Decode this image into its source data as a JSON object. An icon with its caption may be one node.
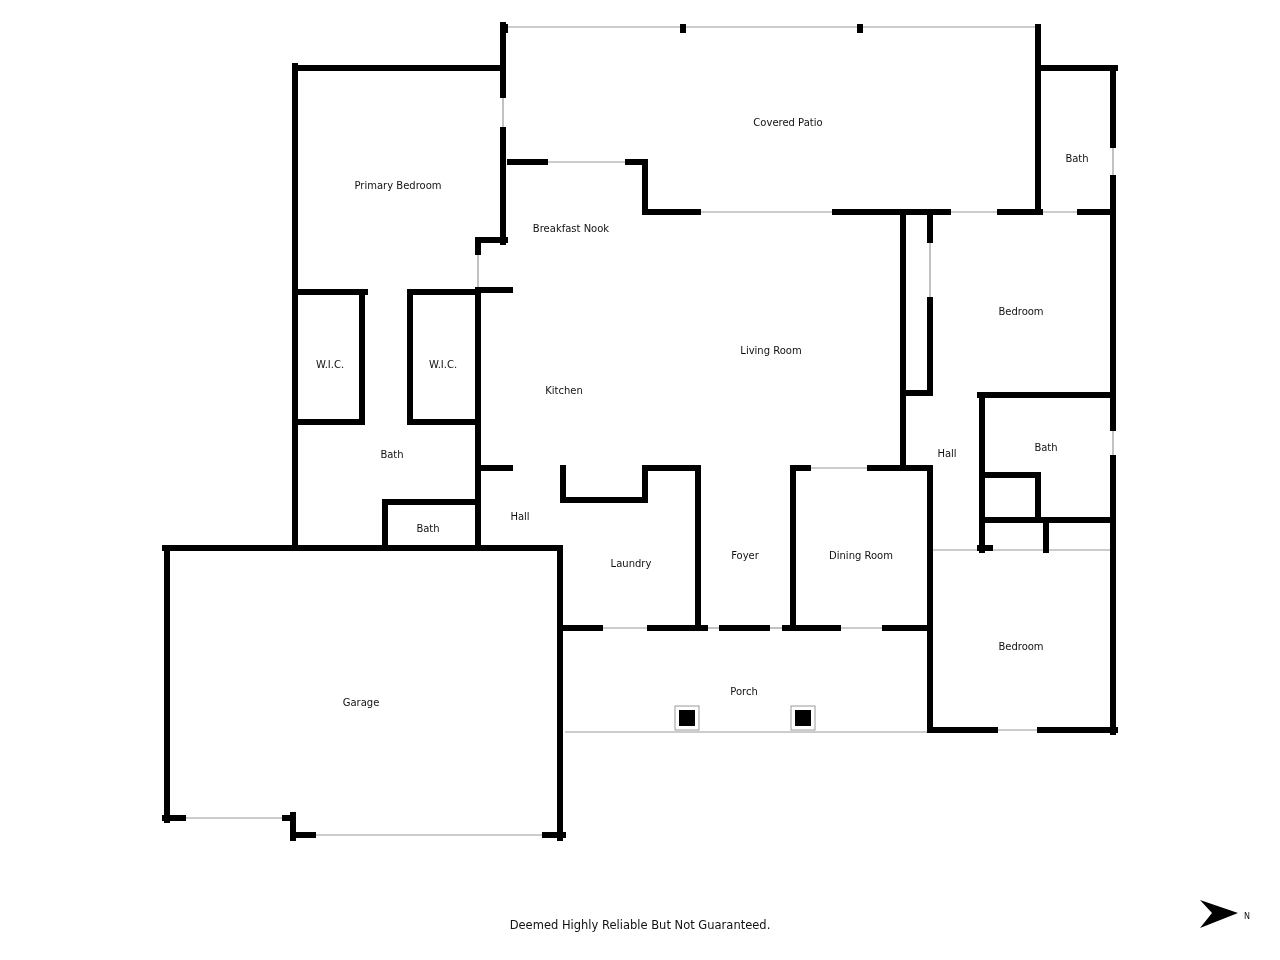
{
  "diagram": {
    "labels": [
      "Covered Patio",
      "Primary Bedroom",
      "Bath",
      "Breakfast Nook",
      "Bedroom",
      "Living Room",
      "W.I.C.",
      "W.I.C.",
      "Kitchen",
      "Bath",
      "Hall",
      "Bath",
      "Bath",
      "Hall",
      "Laundry",
      "Foyer",
      "Dining Room",
      "Bedroom",
      "Porch",
      "Garage",
      "N"
    ],
    "caption": "Deemed Highly Reliable But Not Guaranteed."
  }
}
